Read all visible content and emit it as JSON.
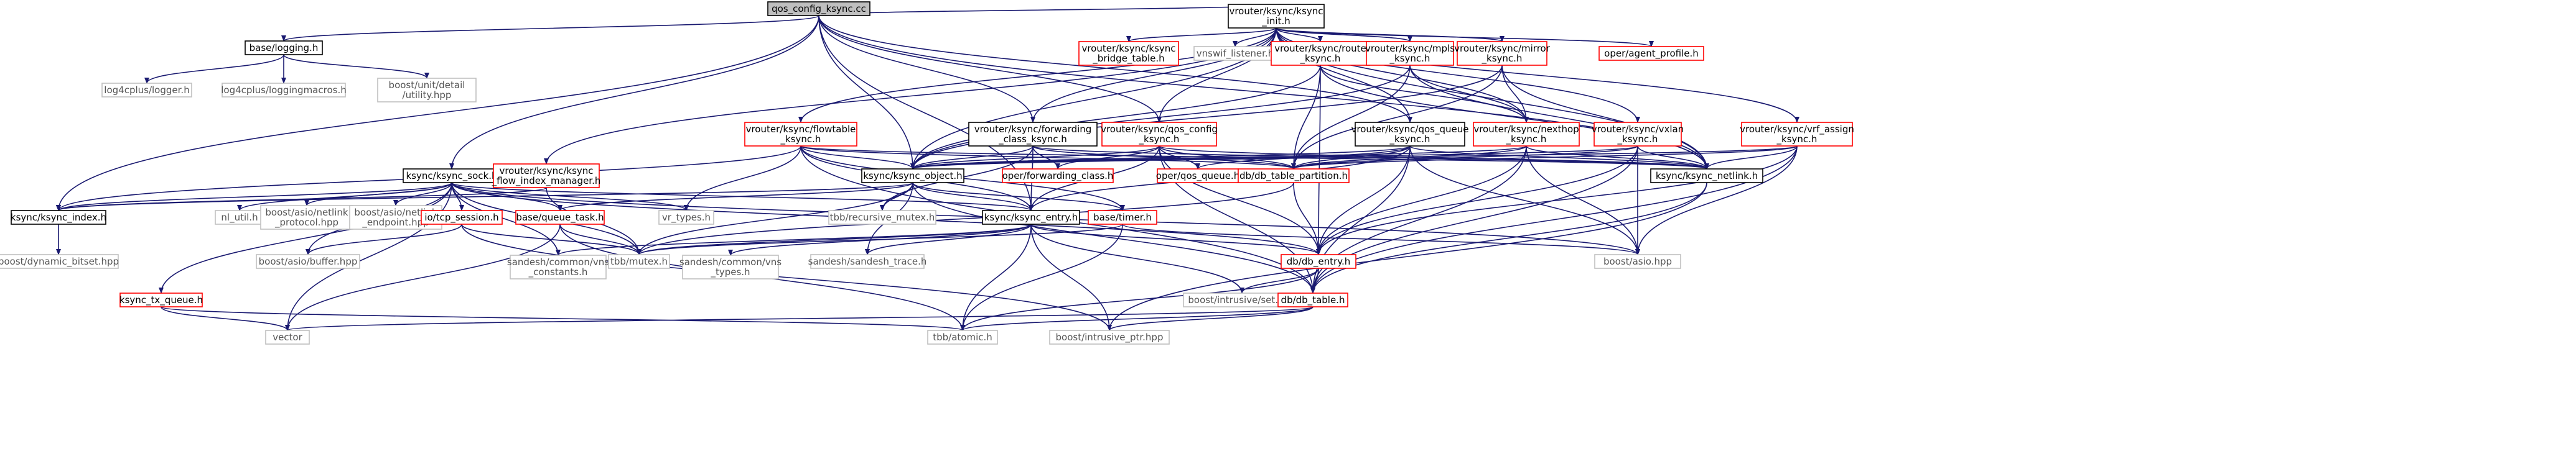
{
  "colors": {
    "edge": "#191970",
    "root_fill": "#bfbfbf",
    "node_border": "#000000",
    "truncated_border": "#ff0000",
    "external_border": "#bfbfbf"
  },
  "nodes": {
    "qos_config_ksync_cc": {
      "label": [
        "qos_config_ksync.cc"
      ],
      "kind": "root"
    },
    "base_logging": {
      "label": [
        "base/logging.h"
      ],
      "kind": "normal"
    },
    "log4cplus_logger": {
      "label": [
        "log4cplus/logger.h"
      ],
      "kind": "plain"
    },
    "log4cplus_loggingmacros": {
      "label": [
        "log4cplus/loggingmacros.h"
      ],
      "kind": "plain"
    },
    "boost_unit_utility": {
      "label": [
        "boost/unit/detail",
        "/utility.hpp"
      ],
      "kind": "plain"
    },
    "ksync_sock": {
      "label": [
        "ksync/ksync_sock.h"
      ],
      "kind": "normal"
    },
    "ksync_index": {
      "label": [
        "ksync/ksync_index.h"
      ],
      "kind": "normal"
    },
    "boost_dynamic_bitset": {
      "label": [
        "boost/dynamic_bitset.hpp"
      ],
      "kind": "plain"
    },
    "nl_util": {
      "label": [
        "nl_util.h"
      ],
      "kind": "plain"
    },
    "boost_asio_netlink_protocol": {
      "label": [
        "boost/asio/netlink",
        "_protocol.hpp"
      ],
      "kind": "plain"
    },
    "boost_asio_netlink_endpoint": {
      "label": [
        "boost/asio/netlink",
        "_endpoint.hpp"
      ],
      "kind": "plain"
    },
    "io_tcp_session": {
      "label": [
        "io/tcp_session.h"
      ],
      "kind": "red"
    },
    "base_queue_task": {
      "label": [
        "base/queue_task.h"
      ],
      "kind": "red"
    },
    "vr_types": {
      "label": [
        "vr_types.h"
      ],
      "kind": "plain"
    },
    "ksync_tx_queue": {
      "label": [
        "ksync_tx_queue.h"
      ],
      "kind": "red"
    },
    "boost_asio_buffer": {
      "label": [
        "boost/asio/buffer.hpp"
      ],
      "kind": "plain"
    },
    "vector": {
      "label": [
        "vector"
      ],
      "kind": "plain"
    },
    "tbb_atomic": {
      "label": [
        "tbb/atomic.h"
      ],
      "kind": "plain"
    },
    "sandesh_constants": {
      "label": [
        "sandesh/common/vns",
        "_constants.h"
      ],
      "kind": "plain"
    },
    "tbb_mutex": {
      "label": [
        "tbb/mutex.h"
      ],
      "kind": "plain"
    },
    "sandesh_types": {
      "label": [
        "sandesh/common/vns",
        "_types.h"
      ],
      "kind": "plain"
    },
    "sandesh_trace": {
      "label": [
        "sandesh/sandesh_trace.h"
      ],
      "kind": "plain"
    },
    "tbb_recursive_mutex": {
      "label": [
        "tbb/recursive_mutex.h"
      ],
      "kind": "plain"
    },
    "ksync_entry": {
      "label": [
        "ksync/ksync_entry.h"
      ],
      "kind": "normal"
    },
    "ksync_object": {
      "label": [
        "ksync/ksync_object.h"
      ],
      "kind": "normal"
    },
    "flow_index_manager": {
      "label": [
        "vrouter/ksync/ksync",
        "_flow_index_manager.h"
      ],
      "kind": "red"
    },
    "flowtable_ksync": {
      "label": [
        "vrouter/ksync/flowtable",
        "_ksync.h"
      ],
      "kind": "red"
    },
    "forwarding_class_ksync": {
      "label": [
        "vrouter/ksync/forwarding",
        "_class_ksync.h"
      ],
      "kind": "normal"
    },
    "qos_config_ksync_h": {
      "label": [
        "vrouter/ksync/qos_config",
        "_ksync.h"
      ],
      "kind": "red"
    },
    "oper_forwarding_class": {
      "label": [
        "oper/forwarding_class.h"
      ],
      "kind": "red"
    },
    "oper_qos_queue": {
      "label": [
        "oper/qos_queue.h"
      ],
      "kind": "red"
    },
    "db_table_partition": {
      "label": [
        "db/db_table_partition.h"
      ],
      "kind": "red"
    },
    "base_timer": {
      "label": [
        "base/timer.h"
      ],
      "kind": "red"
    },
    "ksync_init": {
      "label": [
        "vrouter/ksync/ksync",
        "_init.h"
      ],
      "kind": "normal"
    },
    "ksync_bridge_table": {
      "label": [
        "vrouter/ksync/ksync",
        "_bridge_table.h"
      ],
      "kind": "red"
    },
    "vnswif_listener": {
      "label": [
        "vnswif_listener.h"
      ],
      "kind": "plain"
    },
    "route_ksync": {
      "label": [
        "vrouter/ksync/route",
        "_ksync.h"
      ],
      "kind": "red"
    },
    "mpls_ksync": {
      "label": [
        "vrouter/ksync/mpls",
        "_ksync.h"
      ],
      "kind": "red"
    },
    "mirror_ksync": {
      "label": [
        "vrouter/ksync/mirror",
        "_ksync.h"
      ],
      "kind": "red"
    },
    "oper_agent_profile": {
      "label": [
        "oper/agent_profile.h"
      ],
      "kind": "red"
    },
    "qos_queue_ksync": {
      "label": [
        "vrouter/ksync/qos_queue",
        "_ksync.h"
      ],
      "kind": "normal"
    },
    "nexthop_ksync": {
      "label": [
        "vrouter/ksync/nexthop",
        "_ksync.h"
      ],
      "kind": "red"
    },
    "vxlan_ksync": {
      "label": [
        "vrouter/ksync/vxlan",
        "_ksync.h"
      ],
      "kind": "red"
    },
    "vrf_assign_ksync": {
      "label": [
        "vrouter/ksync/vrf_assign",
        "_ksync.h"
      ],
      "kind": "red"
    },
    "ksync_netlink": {
      "label": [
        "ksync/ksync_netlink.h"
      ],
      "kind": "normal"
    },
    "db_db_entry": {
      "label": [
        "db/db_entry.h"
      ],
      "kind": "red"
    },
    "boost_asio": {
      "label": [
        "boost/asio.hpp"
      ],
      "kind": "plain"
    },
    "boost_intrusive_set": {
      "label": [
        "boost/intrusive/set.hpp"
      ],
      "kind": "plain"
    },
    "db_db_table": {
      "label": [
        "db/db_table.h"
      ],
      "kind": "red"
    },
    "boost_intrusive_ptr": {
      "label": [
        "boost/intrusive_ptr.hpp"
      ],
      "kind": "plain"
    }
  },
  "edges": [
    [
      "qos_config_ksync_cc",
      "base_logging"
    ],
    [
      "qos_config_ksync_cc",
      "ksync_sock"
    ],
    [
      "qos_config_ksync_cc",
      "ksync_index"
    ],
    [
      "qos_config_ksync_cc",
      "ksync_entry"
    ],
    [
      "qos_config_ksync_cc",
      "ksync_object"
    ],
    [
      "qos_config_ksync_cc",
      "ksync_init"
    ],
    [
      "qos_config_ksync_cc",
      "ksync_netlink"
    ],
    [
      "qos_config_ksync_cc",
      "qos_config_ksync_h"
    ],
    [
      "qos_config_ksync_cc",
      "forwarding_class_ksync"
    ],
    [
      "qos_config_ksync_cc",
      "qos_queue_ksync"
    ],
    [
      "base_logging",
      "log4cplus_logger"
    ],
    [
      "base_logging",
      "log4cplus_loggingmacros"
    ],
    [
      "base_logging",
      "boost_unit_utility"
    ],
    [
      "ksync_sock",
      "ksync_index"
    ],
    [
      "ksync_sock",
      "nl_util"
    ],
    [
      "ksync_sock",
      "boost_asio_netlink_protocol"
    ],
    [
      "ksync_sock",
      "boost_asio_netlink_endpoint"
    ],
    [
      "ksync_sock",
      "io_tcp_session"
    ],
    [
      "ksync_sock",
      "base_queue_task"
    ],
    [
      "ksync_sock",
      "vr_types"
    ],
    [
      "ksync_sock",
      "ksync_tx_queue"
    ],
    [
      "ksync_sock",
      "boost_asio_buffer"
    ],
    [
      "ksync_sock",
      "vector"
    ],
    [
      "ksync_sock",
      "sandesh_constants"
    ],
    [
      "ksync_sock",
      "tbb_mutex"
    ],
    [
      "ksync_sock",
      "ksync_entry"
    ],
    [
      "ksync_sock",
      "db_db_entry"
    ],
    [
      "ksync_sock",
      "boost_asio"
    ],
    [
      "ksync_index",
      "boost_dynamic_bitset"
    ],
    [
      "io_tcp_session",
      "boost_asio_buffer"
    ],
    [
      "io_tcp_session",
      "tbb_mutex"
    ],
    [
      "io_tcp_session",
      "boost_intrusive_ptr"
    ],
    [
      "base_queue_task",
      "tbb_mutex"
    ],
    [
      "base_queue_task",
      "vector"
    ],
    [
      "base_queue_task",
      "tbb_atomic"
    ],
    [
      "ksync_tx_queue",
      "vector"
    ],
    [
      "ksync_tx_queue",
      "tbb_atomic"
    ],
    [
      "ksync_entry",
      "tbb_mutex"
    ],
    [
      "ksync_entry",
      "sandesh_types"
    ],
    [
      "ksync_entry",
      "sandesh_constants"
    ],
    [
      "ksync_entry",
      "sandesh_trace"
    ],
    [
      "ksync_entry",
      "db_db_entry"
    ],
    [
      "ksync_entry",
      "boost_intrusive_set"
    ],
    [
      "ksync_entry",
      "tbb_atomic"
    ],
    [
      "ksync_entry",
      "boost_intrusive_ptr"
    ],
    [
      "ksync_object",
      "ksync_index"
    ],
    [
      "ksync_object",
      "tbb_recursive_mutex"
    ],
    [
      "ksync_object",
      "sandesh_trace"
    ],
    [
      "ksync_object",
      "ksync_entry"
    ],
    [
      "ksync_object",
      "base_queue_task"
    ],
    [
      "ksync_object",
      "base_timer"
    ],
    [
      "ksync_object",
      "db_db_table"
    ],
    [
      "ksync_object",
      "tbb_mutex"
    ],
    [
      "flow_index_manager",
      "tbb_mutex"
    ],
    [
      "flow_index_manager",
      "ksync_index"
    ],
    [
      "flowtable_ksync",
      "ksync_object"
    ],
    [
      "flowtable_ksync",
      "ksync_entry"
    ],
    [
      "flowtable_ksync",
      "ksync_netlink"
    ],
    [
      "flowtable_ksync",
      "vr_types"
    ],
    [
      "flowtable_ksync",
      "db_db_table"
    ],
    [
      "flowtable_ksync",
      "db_table_partition"
    ],
    [
      "flowtable_ksync",
      "ksync_index"
    ],
    [
      "flowtable_ksync",
      "base_timer"
    ],
    [
      "forwarding_class_ksync",
      "ksync_object"
    ],
    [
      "forwarding_class_ksync",
      "ksync_entry"
    ],
    [
      "forwarding_class_ksync",
      "ksync_netlink"
    ],
    [
      "forwarding_class_ksync",
      "oper_forwarding_class"
    ],
    [
      "forwarding_class_ksync",
      "db_table_partition"
    ],
    [
      "forwarding_class_ksync",
      "tbb_recursive_mutex"
    ],
    [
      "qos_config_ksync_h",
      "ksync_object"
    ],
    [
      "qos_config_ksync_h",
      "ksync_entry"
    ],
    [
      "qos_config_ksync_h",
      "ksync_netlink"
    ],
    [
      "qos_config_ksync_h",
      "oper_qos_queue"
    ],
    [
      "qos_config_ksync_h",
      "oper_forwarding_class"
    ],
    [
      "qos_config_ksync_h",
      "db_table_partition"
    ],
    [
      "qos_config_ksync_h",
      "db_db_entry"
    ],
    [
      "qos_config_ksync_h",
      "db_db_table"
    ],
    [
      "ksync_init",
      "ksync_bridge_table"
    ],
    [
      "ksync_init",
      "vnswif_listener"
    ],
    [
      "ksync_init",
      "route_ksync"
    ],
    [
      "ksync_init",
      "mpls_ksync"
    ],
    [
      "ksync_init",
      "mirror_ksync"
    ],
    [
      "ksync_init",
      "oper_agent_profile"
    ],
    [
      "ksync_init",
      "flowtable_ksync"
    ],
    [
      "ksync_init",
      "forwarding_class_ksync"
    ],
    [
      "ksync_init",
      "qos_config_ksync_h"
    ],
    [
      "ksync_init",
      "qos_queue_ksync"
    ],
    [
      "ksync_init",
      "nexthop_ksync"
    ],
    [
      "ksync_init",
      "vxlan_ksync"
    ],
    [
      "ksync_init",
      "vrf_assign_ksync"
    ],
    [
      "ksync_init",
      "flow_index_manager"
    ],
    [
      "ksync_init",
      "ksync_netlink"
    ],
    [
      "ksync_init",
      "ksync_object"
    ],
    [
      "route_ksync",
      "ksync_object"
    ],
    [
      "route_ksync",
      "ksync_netlink"
    ],
    [
      "route_ksync",
      "db_table_partition"
    ],
    [
      "route_ksync",
      "nexthop_ksync"
    ],
    [
      "route_ksync",
      "db_db_entry"
    ],
    [
      "mpls_ksync",
      "ksync_object"
    ],
    [
      "mpls_ksync",
      "ksync_netlink"
    ],
    [
      "mpls_ksync",
      "db_table_partition"
    ],
    [
      "mpls_ksync",
      "nexthop_ksync"
    ],
    [
      "mirror_ksync",
      "ksync_object"
    ],
    [
      "mirror_ksync",
      "ksync_netlink"
    ],
    [
      "mirror_ksync",
      "nexthop_ksync"
    ],
    [
      "mirror_ksync",
      "db_table_partition"
    ],
    [
      "qos_queue_ksync",
      "ksync_object"
    ],
    [
      "qos_queue_ksync",
      "ksync_entry"
    ],
    [
      "qos_queue_ksync",
      "ksync_netlink"
    ],
    [
      "qos_queue_ksync",
      "oper_qos_queue"
    ],
    [
      "qos_queue_ksync",
      "db_table_partition"
    ],
    [
      "qos_queue_ksync",
      "db_db_entry"
    ],
    [
      "qos_queue_ksync",
      "db_db_table"
    ],
    [
      "qos_queue_ksync",
      "boost_asio"
    ],
    [
      "nexthop_ksync",
      "ksync_object"
    ],
    [
      "nexthop_ksync",
      "ksync_netlink"
    ],
    [
      "nexthop_ksync",
      "db_table_partition"
    ],
    [
      "nexthop_ksync",
      "db_db_entry"
    ],
    [
      "nexthop_ksync",
      "db_db_table"
    ],
    [
      "nexthop_ksync",
      "boost_asio"
    ],
    [
      "vxlan_ksync",
      "ksync_object"
    ],
    [
      "vxlan_ksync",
      "ksync_netlink"
    ],
    [
      "vxlan_ksync",
      "db_table_partition"
    ],
    [
      "vxlan_ksync",
      "db_db_entry"
    ],
    [
      "vxlan_ksync",
      "db_db_table"
    ],
    [
      "vxlan_ksync",
      "boost_asio"
    ],
    [
      "vrf_assign_ksync",
      "ksync_object"
    ],
    [
      "vrf_assign_ksync",
      "ksync_netlink"
    ],
    [
      "vrf_assign_ksync",
      "db_table_partition"
    ],
    [
      "vrf_assign_ksync",
      "db_db_entry"
    ],
    [
      "vrf_assign_ksync",
      "db_db_table"
    ],
    [
      "vrf_assign_ksync",
      "boost_asio"
    ],
    [
      "ksync_netlink",
      "db_db_table"
    ],
    [
      "ksync_netlink",
      "boost_intrusive_ptr"
    ],
    [
      "db_table_partition",
      "db_db_entry"
    ],
    [
      "db_table_partition",
      "tbb_mutex"
    ],
    [
      "base_timer",
      "tbb_mutex"
    ],
    [
      "base_timer",
      "boost_asio"
    ],
    [
      "base_timer",
      "tbb_atomic"
    ],
    [
      "db_db_entry",
      "boost_intrusive_set"
    ],
    [
      "db_db_entry",
      "db_db_table"
    ],
    [
      "db_db_entry",
      "tbb_atomic"
    ],
    [
      "db_db_table",
      "vector"
    ],
    [
      "db_db_table",
      "tbb_atomic"
    ],
    [
      "db_db_table",
      "boost_intrusive_ptr"
    ]
  ]
}
